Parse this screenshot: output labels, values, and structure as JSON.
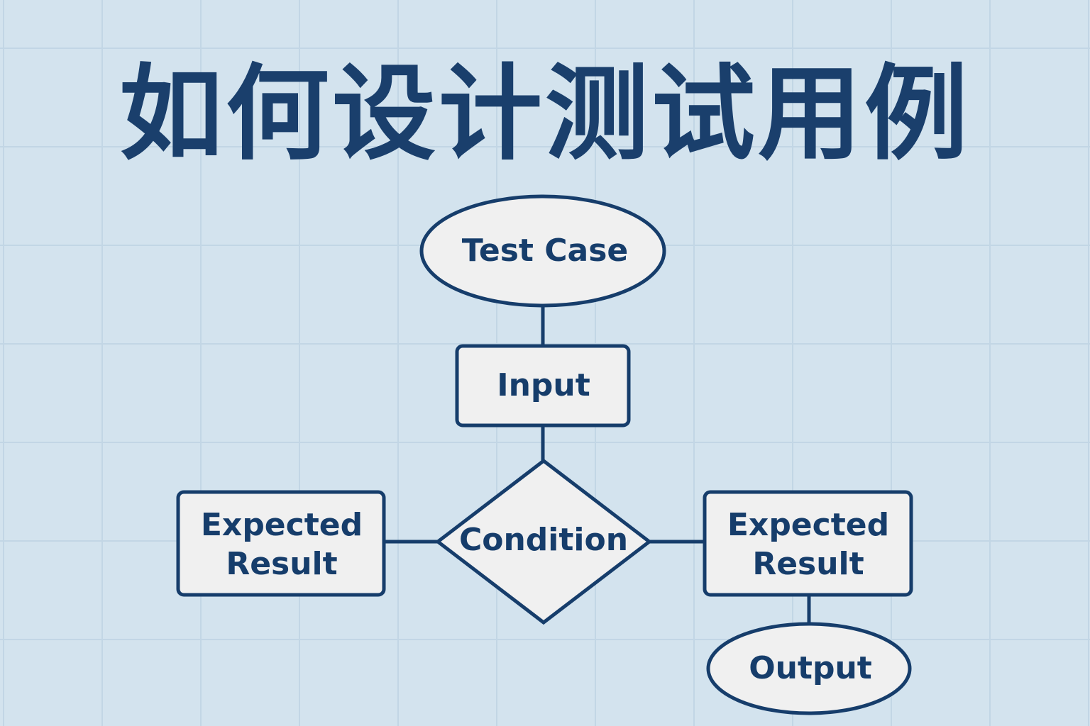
{
  "title": "如何设计测试用例",
  "colors": {
    "background": "#d3e3ee",
    "grid": "#c2d6e5",
    "stroke": "#163d6b",
    "node_fill": "#f0f0f0"
  },
  "nodes": {
    "test_case": "Test Case",
    "input": "Input",
    "condition": "Condition",
    "expected_left": [
      "Expected",
      "Result"
    ],
    "expected_right": [
      "Expected",
      "Result"
    ],
    "output": "Output"
  }
}
